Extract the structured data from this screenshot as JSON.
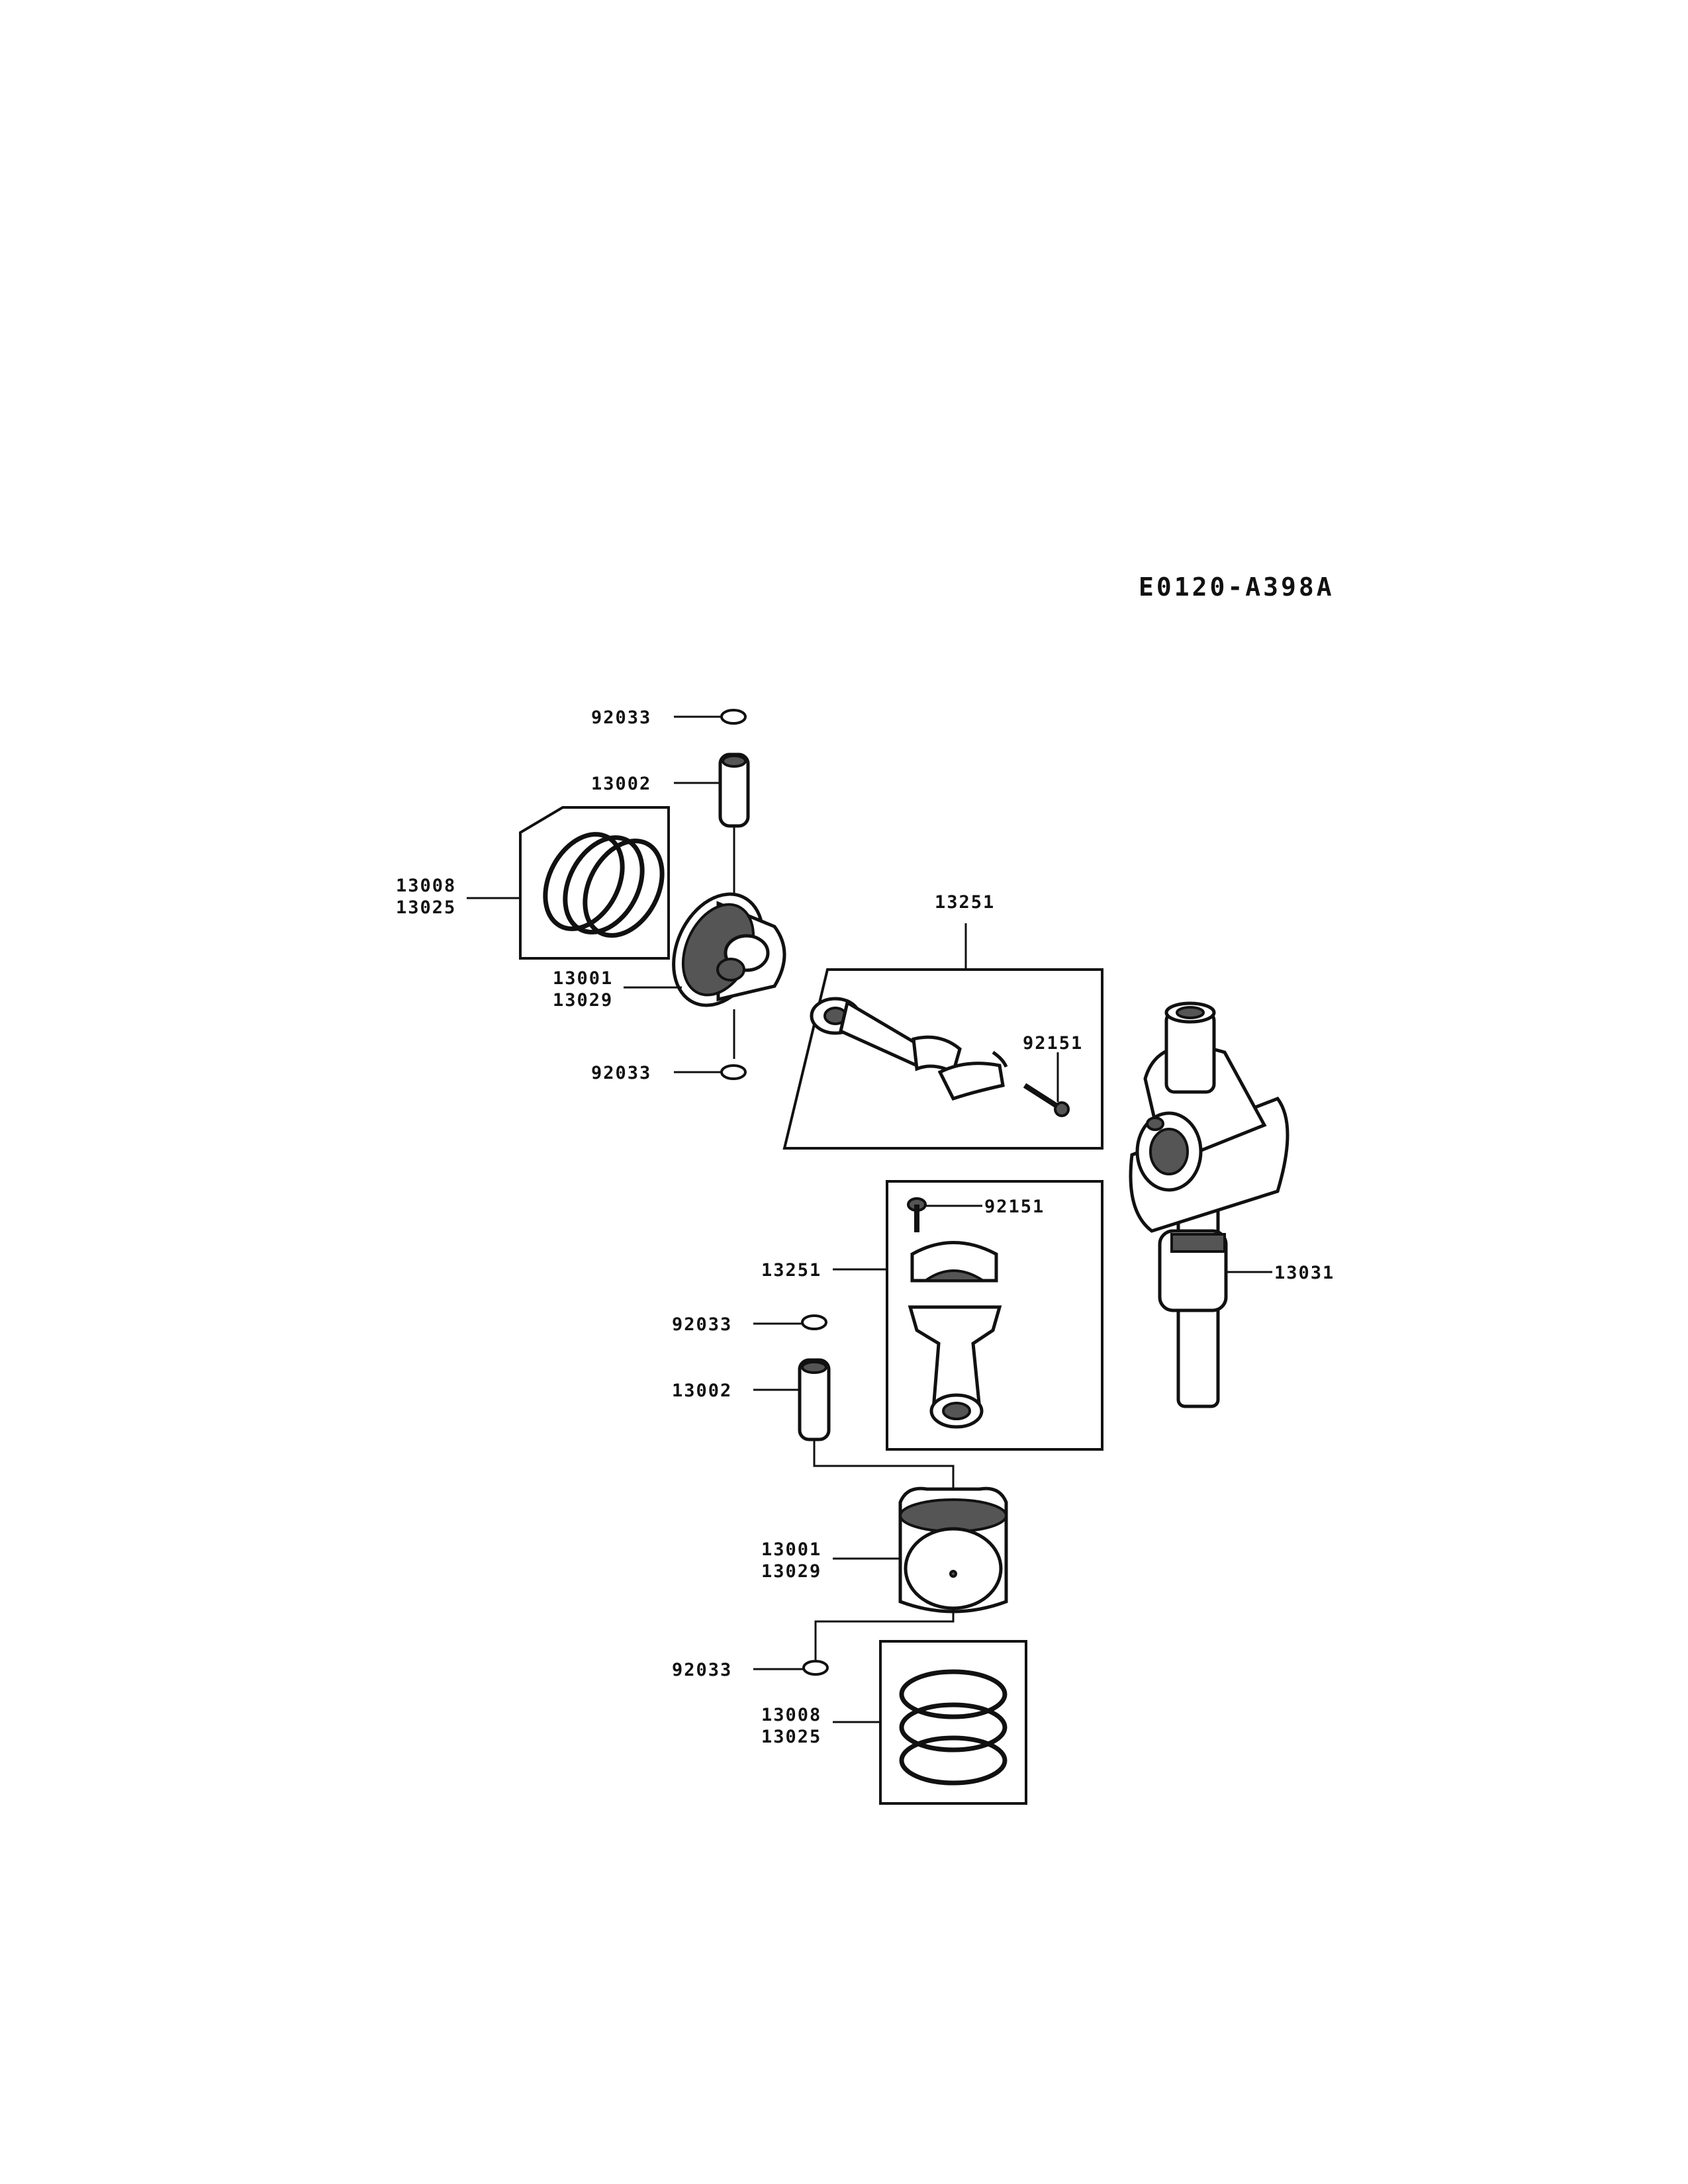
{
  "diagram_code": "E0120-A398A",
  "labels": {
    "clip_upper_top": "92033",
    "pin_upper": "13002",
    "rings_upper_a": "13008",
    "rings_upper_b": "13025",
    "piston_upper_a": "13001",
    "piston_upper_b": "13029",
    "clip_upper_bottom": "92033",
    "conrod_upper": "13251",
    "bolt_upper": "92151",
    "bolt_lower": "92151",
    "conrod_lower": "13251",
    "crankshaft": "13031",
    "clip_lower_top": "92033",
    "pin_lower": "13002",
    "piston_lower_a": "13001",
    "piston_lower_b": "13029",
    "clip_lower_bottom": "92033",
    "rings_lower_a": "13008",
    "rings_lower_b": "13025"
  }
}
